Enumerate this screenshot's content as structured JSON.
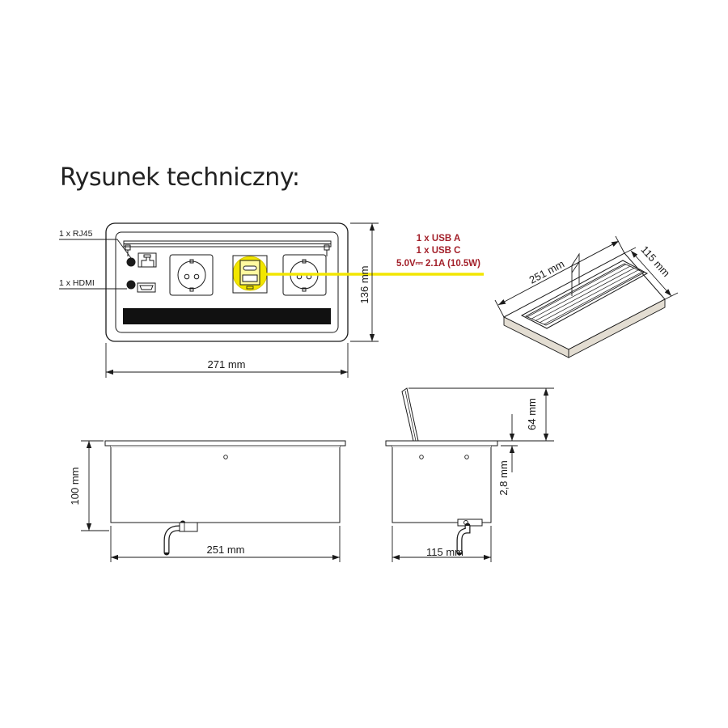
{
  "title": "Rysunek techniczny:",
  "labels": {
    "rj45": "1 x RJ45",
    "hdmi": "1 x HDMI",
    "usb_a": "1 x USB  A",
    "usb_c": "1 x USB C",
    "power": "5.0V⎓ 2.1A (10.5W)"
  },
  "dimensions": {
    "top_width": "271 mm",
    "top_height": "136 mm",
    "iso_length": "251 mm",
    "iso_width": "115 mm",
    "front_height": "100 mm",
    "front_width": "251 mm",
    "side_lid": "64 mm",
    "side_flange": "2,8 mm",
    "side_width": "115 mm"
  },
  "colors": {
    "line": "#1a1a1a",
    "highlight": "#f2e600",
    "usb_text": "#a3202a",
    "strip": "#111111"
  }
}
